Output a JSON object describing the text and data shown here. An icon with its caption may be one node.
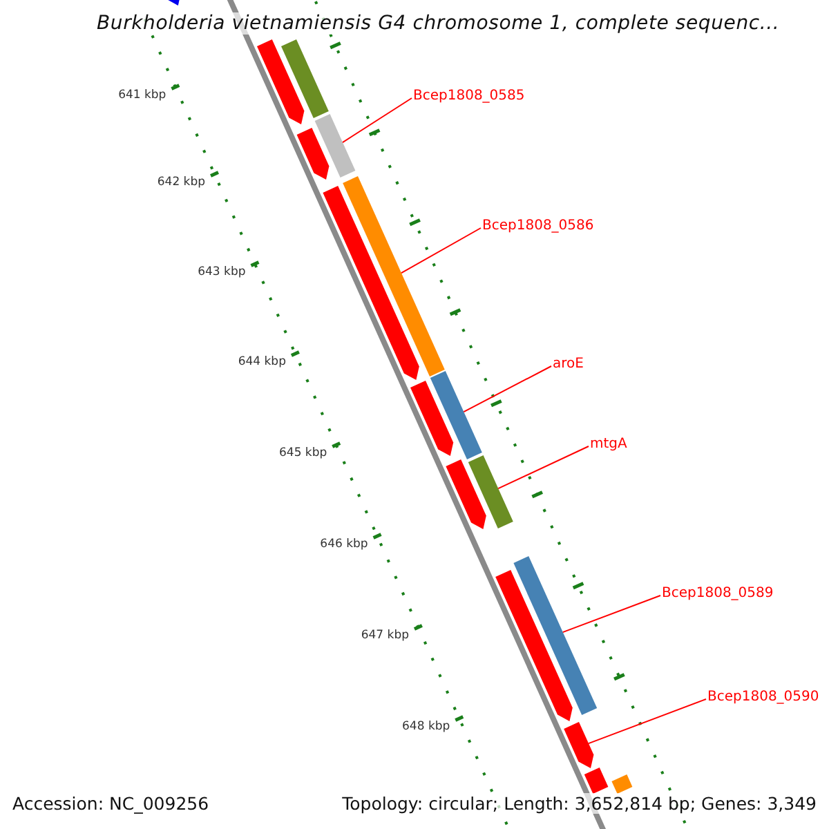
{
  "diagram": {
    "title": "Burkholderia vietnamiensis G4 chromosome 1, complete sequenc...",
    "nodes": [
      {
        "text": [
          "Bcep1808_0585"
        ]
      },
      {
        "text": [
          "Bcep1808_0586"
        ]
      },
      {
        "text": [
          "aroE"
        ]
      },
      {
        "text": [
          "mtgA"
        ]
      },
      {
        "text": [
          "Bcep1808_0589"
        ]
      },
      {
        "text": [
          "Bcep1808_0590"
        ]
      },
      {
        "text": [],
        "shape": "bar"
      },
      {
        "text": [],
        "shape": "bar"
      },
      {
        "text": [],
        "shape": "bar"
      },
      {
        "text": [],
        "shape": "bar"
      },
      {
        "text": [],
        "shape": "bar"
      },
      {
        "text": [],
        "shape": "bar"
      },
      {
        "text": [],
        "shape": "bar"
      },
      {
        "text": [],
        "shape": "bar"
      },
      {
        "text": [],
        "shape": "bar"
      },
      {
        "text": [],
        "shape": "bar"
      },
      {
        "text": [],
        "shape": "bar"
      },
      {
        "text": [],
        "shape": "bar"
      },
      {
        "text": [],
        "shape": "bar"
      },
      {
        "text": [],
        "shape": "bar"
      },
      {
        "text": [],
        "shape": "bar"
      },
      {
        "text": [],
        "shape": "bar"
      }
    ],
    "edges": [
      {
        "from": 0,
        "to": 6,
        "arrow": "none"
      },
      {
        "from": 1,
        "to": 7,
        "arrow": "none"
      },
      {
        "from": 2,
        "to": 8,
        "arrow": "none"
      },
      {
        "from": 3,
        "to": 9,
        "arrow": "none"
      },
      {
        "from": 4,
        "to": 10,
        "arrow": "none"
      },
      {
        "from": 5,
        "to": 11,
        "arrow": "none"
      }
    ],
    "labels": [
      "641 kbp",
      "642 kbp",
      "643 kbp",
      "644 kbp",
      "645 kbp",
      "646 kbp",
      "647 kbp",
      "648 kbp",
      "Accession: NC_009256",
      "Topology: circular; Length: 3,652,814 bp; Genes: 3,349"
    ]
  }
}
